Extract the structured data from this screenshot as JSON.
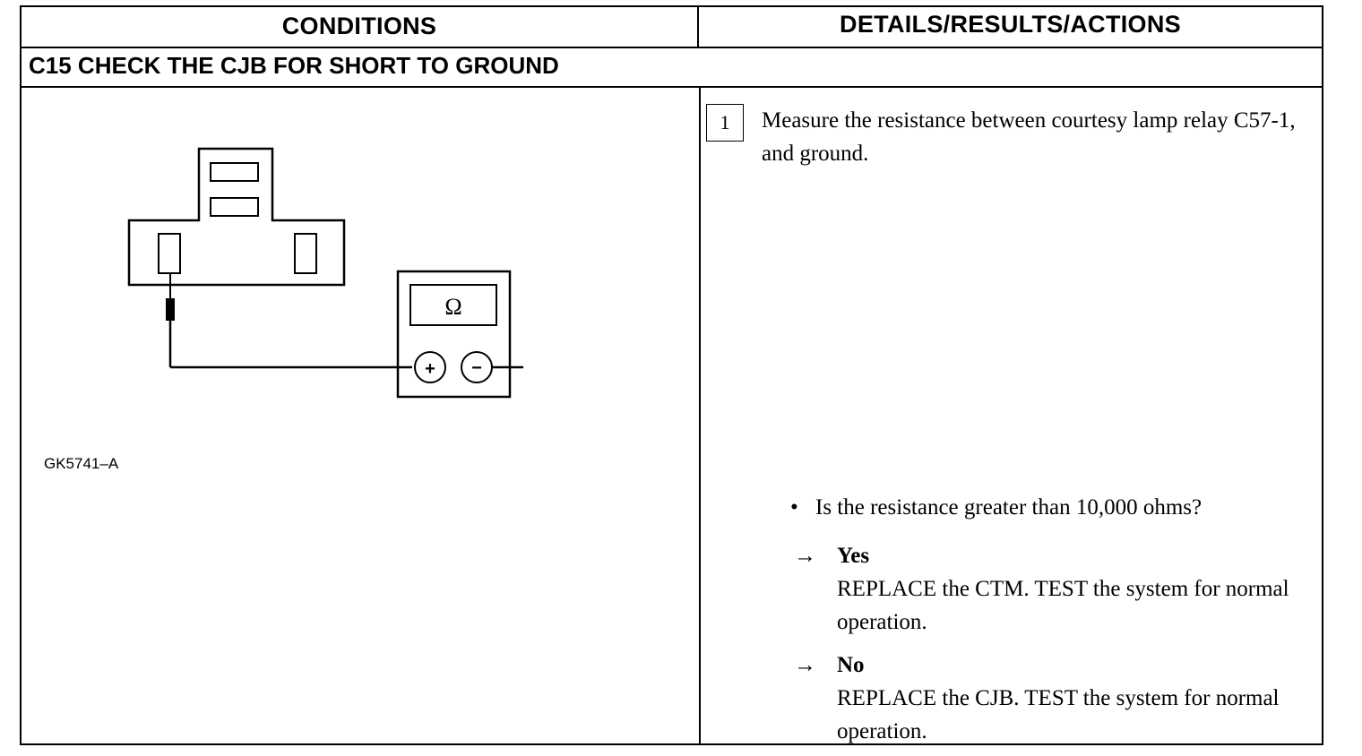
{
  "header": {
    "left": "CONDITIONS",
    "right": "DETAILS/RESULTS/ACTIONS"
  },
  "section": {
    "title": "C15 CHECK THE CJB FOR SHORT TO GROUND"
  },
  "figure": {
    "id": "GK5741–A",
    "meter_symbol": "Ω",
    "plus": "+",
    "minus": "−"
  },
  "step": {
    "number": "1",
    "instruction": "Measure the resistance between courtesy lamp relay C57-1, and ground."
  },
  "question": {
    "bullet": "•",
    "text": "Is the resistance greater than 10,000 ohms?"
  },
  "answers": [
    {
      "arrow": "→",
      "label": "Yes",
      "text": "REPLACE the CTM. TEST the system for normal operation."
    },
    {
      "arrow": "→",
      "label": "No",
      "text": "REPLACE the CJB. TEST the system for normal operation."
    }
  ]
}
